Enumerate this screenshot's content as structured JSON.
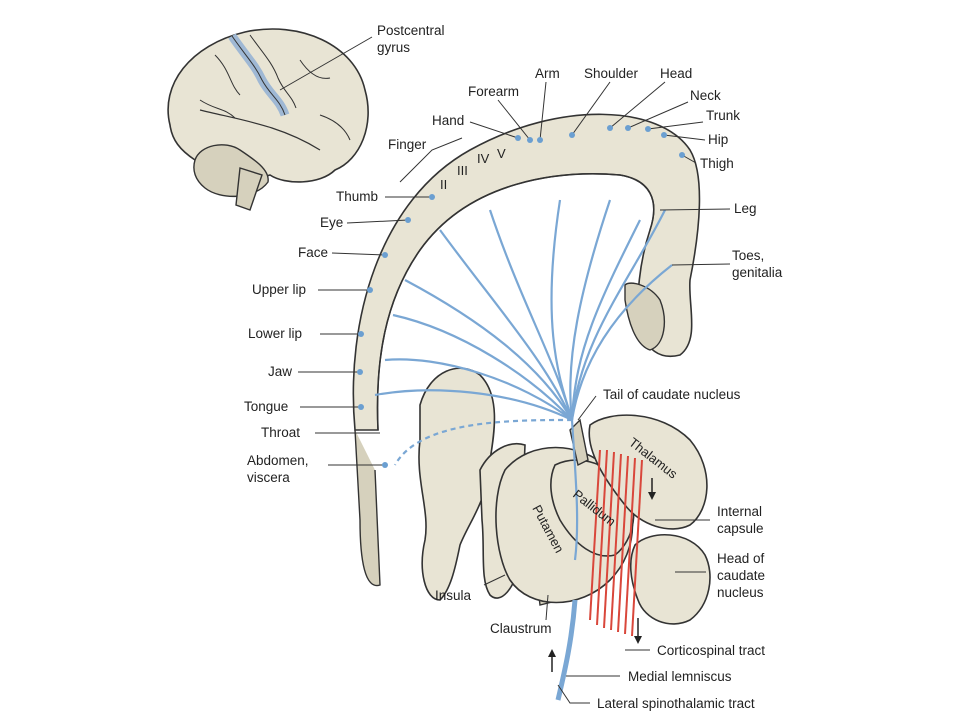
{
  "labels": {
    "postcentral_gyrus": [
      "Postcentral",
      "gyrus"
    ],
    "arm": "Arm",
    "shoulder": "Shoulder",
    "head": "Head",
    "forearm": "Forearm",
    "neck": "Neck",
    "hand": "Hand",
    "trunk": "Trunk",
    "hip": "Hip",
    "finger": "Finger",
    "thigh": "Thigh",
    "finger_numerals": [
      "II",
      "III",
      "IV",
      "V"
    ],
    "thumb": "Thumb",
    "eye": "Eye",
    "leg": "Leg",
    "face": "Face",
    "toes_genitalia": [
      "Toes,",
      "genitalia"
    ],
    "upper_lip": "Upper lip",
    "lower_lip": "Lower lip",
    "jaw": "Jaw",
    "tail_of_caudate": "Tail of caudate nucleus",
    "tongue": "Tongue",
    "thalamus": "Thalamus",
    "throat": "Throat",
    "abdomen_viscera": [
      "Abdomen,",
      "viscera"
    ],
    "pallidum": "Pallidum",
    "internal_capsule": [
      "Internal",
      "capsule"
    ],
    "putamen": "Putamen",
    "head_of_caudate": [
      "Head of",
      "caudate",
      "nucleus"
    ],
    "insula": "Insula",
    "claustrum": "Claustrum",
    "corticospinal_tract": "Corticospinal tract",
    "medial_lemniscus": "Medial lemniscus",
    "lateral_spinothalamic_tract": "Lateral spinothalamic tract"
  },
  "colors": {
    "fiber": "#7aa7d4",
    "tissue": "#e8e4d4",
    "tract_red": "#d9473b",
    "outline": "#333333"
  }
}
